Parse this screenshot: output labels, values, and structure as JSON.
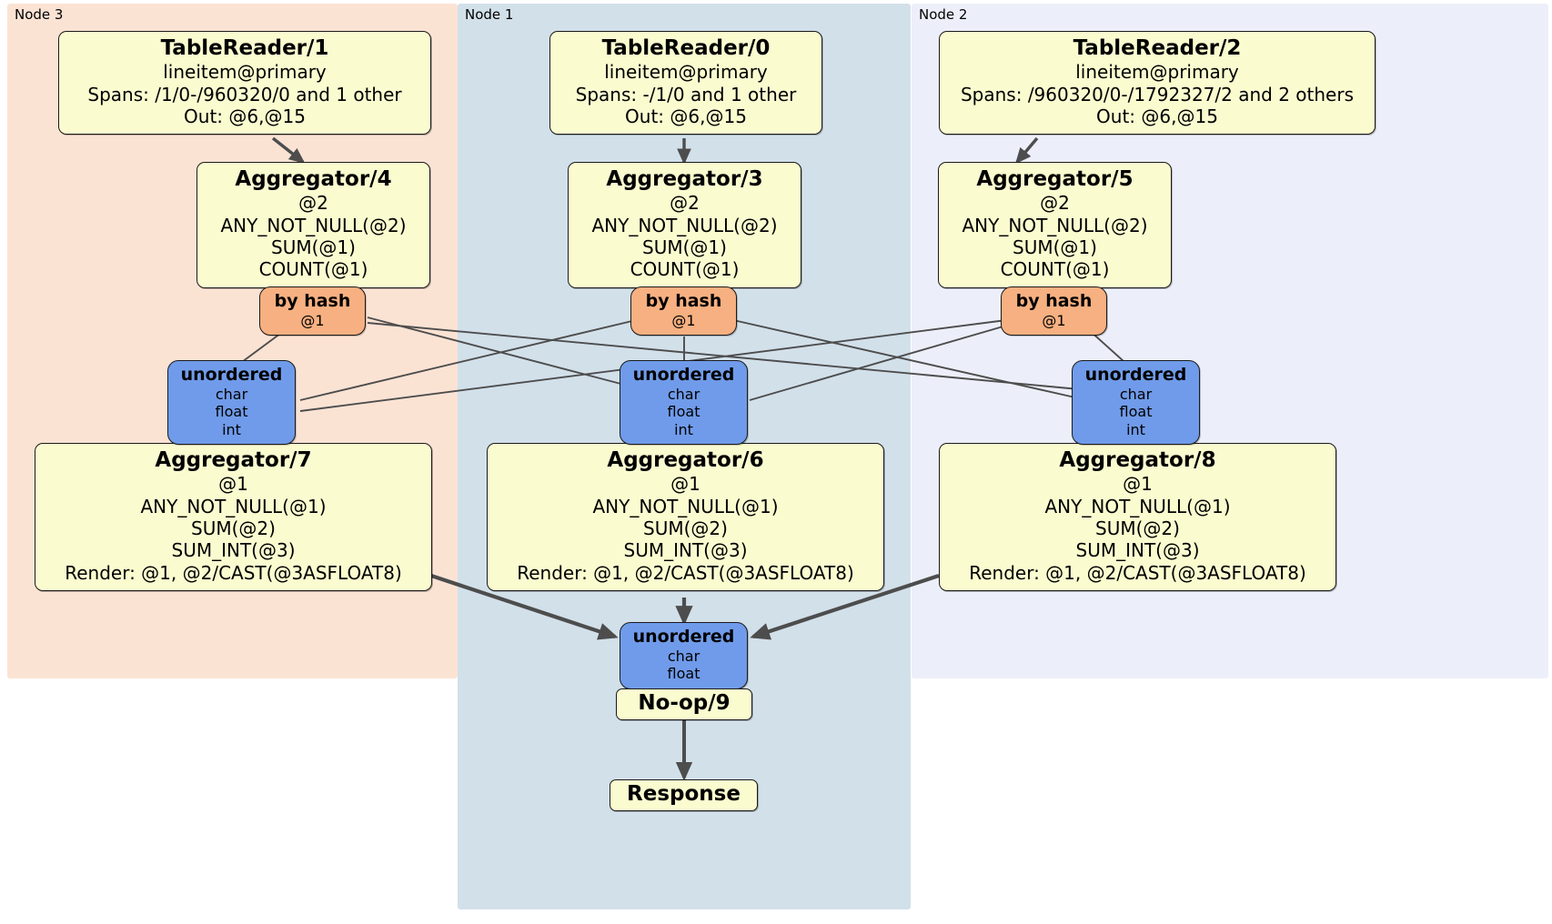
{
  "diagram": {
    "title": "Distributed query plan flow diagram",
    "colors": {
      "node3_panel": "#fbe3d4",
      "node1_panel": "#d2e0ea",
      "node2_panel": "#eceff9",
      "processor_box": "#fbfbd0",
      "hash_router": "#f7b081",
      "unordered_router": "#709bea",
      "edge": "#4d4d4d",
      "border": "#1a1a1a"
    }
  },
  "nodes": [
    {
      "id": "node3",
      "label": "Node 3"
    },
    {
      "id": "node1",
      "label": "Node 1"
    },
    {
      "id": "node2",
      "label": "Node 2"
    }
  ],
  "processors": {
    "tablereader1": {
      "title": "TableReader/1",
      "table": "lineitem@primary",
      "spans": "Spans: /1/0-/960320/0 and 1 other",
      "out": "Out: @6,@15"
    },
    "tablereader0": {
      "title": "TableReader/0",
      "table": "lineitem@primary",
      "spans": "Spans: -/1/0 and 1 other",
      "out": "Out: @6,@15"
    },
    "tablereader2": {
      "title": "TableReader/2",
      "table": "lineitem@primary",
      "spans": "Spans: /960320/0-/1792327/2 and 2 others",
      "out": "Out: @6,@15"
    },
    "aggregator4": {
      "title": "Aggregator/4",
      "group": "@2",
      "agg1": "ANY_NOT_NULL(@2)",
      "agg2": "SUM(@1)",
      "agg3": "COUNT(@1)"
    },
    "aggregator3": {
      "title": "Aggregator/3",
      "group": "@2",
      "agg1": "ANY_NOT_NULL(@2)",
      "agg2": "SUM(@1)",
      "agg3": "COUNT(@1)"
    },
    "aggregator5": {
      "title": "Aggregator/5",
      "group": "@2",
      "agg1": "ANY_NOT_NULL(@2)",
      "agg2": "SUM(@1)",
      "agg3": "COUNT(@1)"
    },
    "aggregator7": {
      "title": "Aggregator/7",
      "group": "@1",
      "agg1": "ANY_NOT_NULL(@1)",
      "agg2": "SUM(@2)",
      "agg3": "SUM_INT(@3)",
      "render": "Render: @1, @2/CAST(@3ASFLOAT8)"
    },
    "aggregator6": {
      "title": "Aggregator/6",
      "group": "@1",
      "agg1": "ANY_NOT_NULL(@1)",
      "agg2": "SUM(@2)",
      "agg3": "SUM_INT(@3)",
      "render": "Render: @1, @2/CAST(@3ASFLOAT8)"
    },
    "aggregator8": {
      "title": "Aggregator/8",
      "group": "@1",
      "agg1": "ANY_NOT_NULL(@1)",
      "agg2": "SUM(@2)",
      "agg3": "SUM_INT(@3)",
      "render": "Render: @1, @2/CAST(@3ASFLOAT8)"
    },
    "noop9": {
      "title": "No-op/9"
    },
    "response": {
      "title": "Response"
    }
  },
  "routers": {
    "byhash_left": {
      "title": "by hash",
      "column": "@1"
    },
    "byhash_center": {
      "title": "by hash",
      "column": "@1"
    },
    "byhash_right": {
      "title": "by hash",
      "column": "@1"
    },
    "unordered_left": {
      "title": "unordered",
      "type1": "char",
      "type2": "float",
      "type3": "int"
    },
    "unordered_center": {
      "title": "unordered",
      "type1": "char",
      "type2": "float",
      "type3": "int"
    },
    "unordered_right": {
      "title": "unordered",
      "type1": "char",
      "type2": "float",
      "type3": "int"
    },
    "unordered_final": {
      "title": "unordered",
      "type1": "char",
      "type2": "float"
    }
  }
}
